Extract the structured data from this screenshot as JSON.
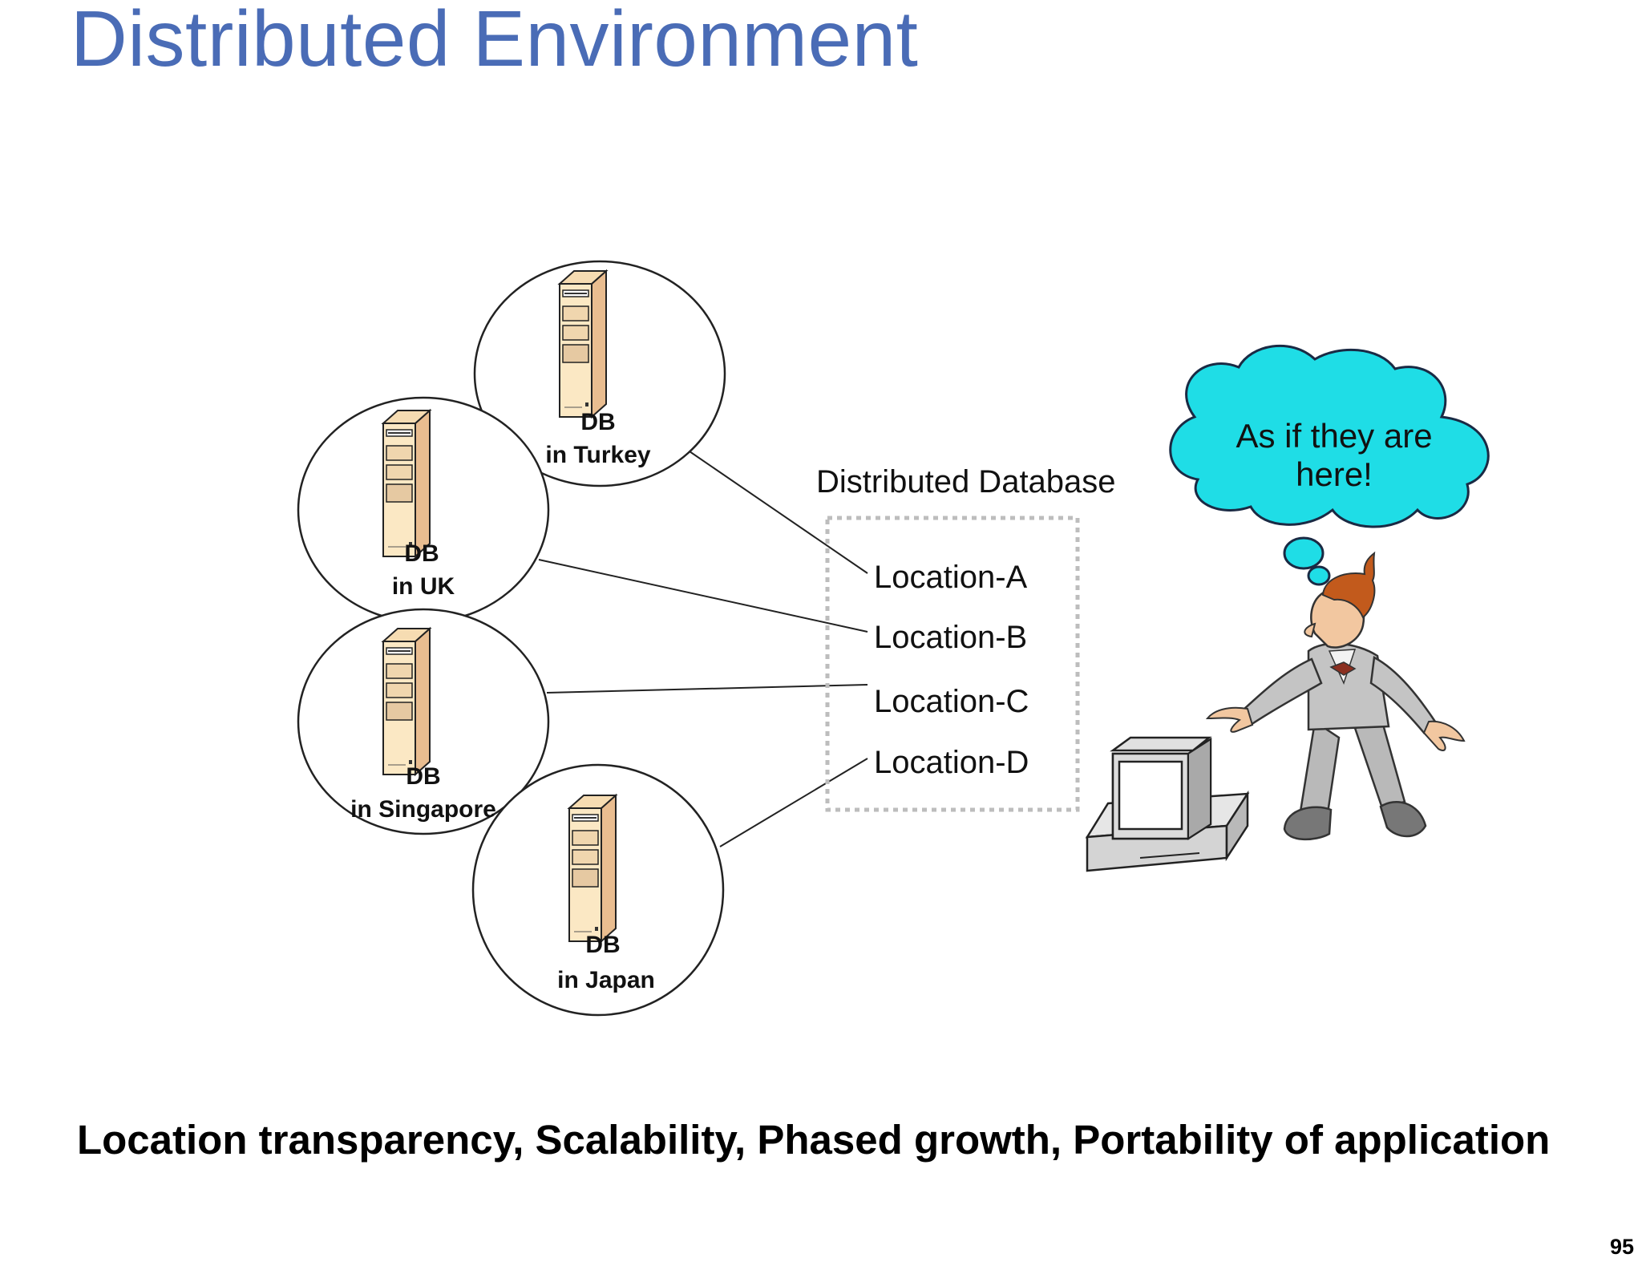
{
  "slide": {
    "title": "Distributed Environment",
    "summary": "Location transparency, Scalability, Phased growth, Portability of application",
    "page_number": "95"
  },
  "diagram": {
    "databases": [
      {
        "line1": "DB",
        "line2": "in Turkey"
      },
      {
        "line1": "DB",
        "line2": "in UK"
      },
      {
        "line1": "DB",
        "line2": "in Singapore"
      },
      {
        "line1": "DB",
        "line2": "in Japan"
      }
    ],
    "distributed_db": {
      "title": "Distributed Database",
      "locations": [
        "Location-A",
        "Location-B",
        "Location-C",
        "Location-D"
      ]
    },
    "thought_bubble": {
      "line1": "As if they are",
      "line2": "here!"
    },
    "colors": {
      "title": "#4a6cb6",
      "server_front": "#fbe8c4",
      "server_side": "#e9bd90",
      "cloud": "#1fdde6",
      "suit": "#c4c4c4"
    }
  }
}
